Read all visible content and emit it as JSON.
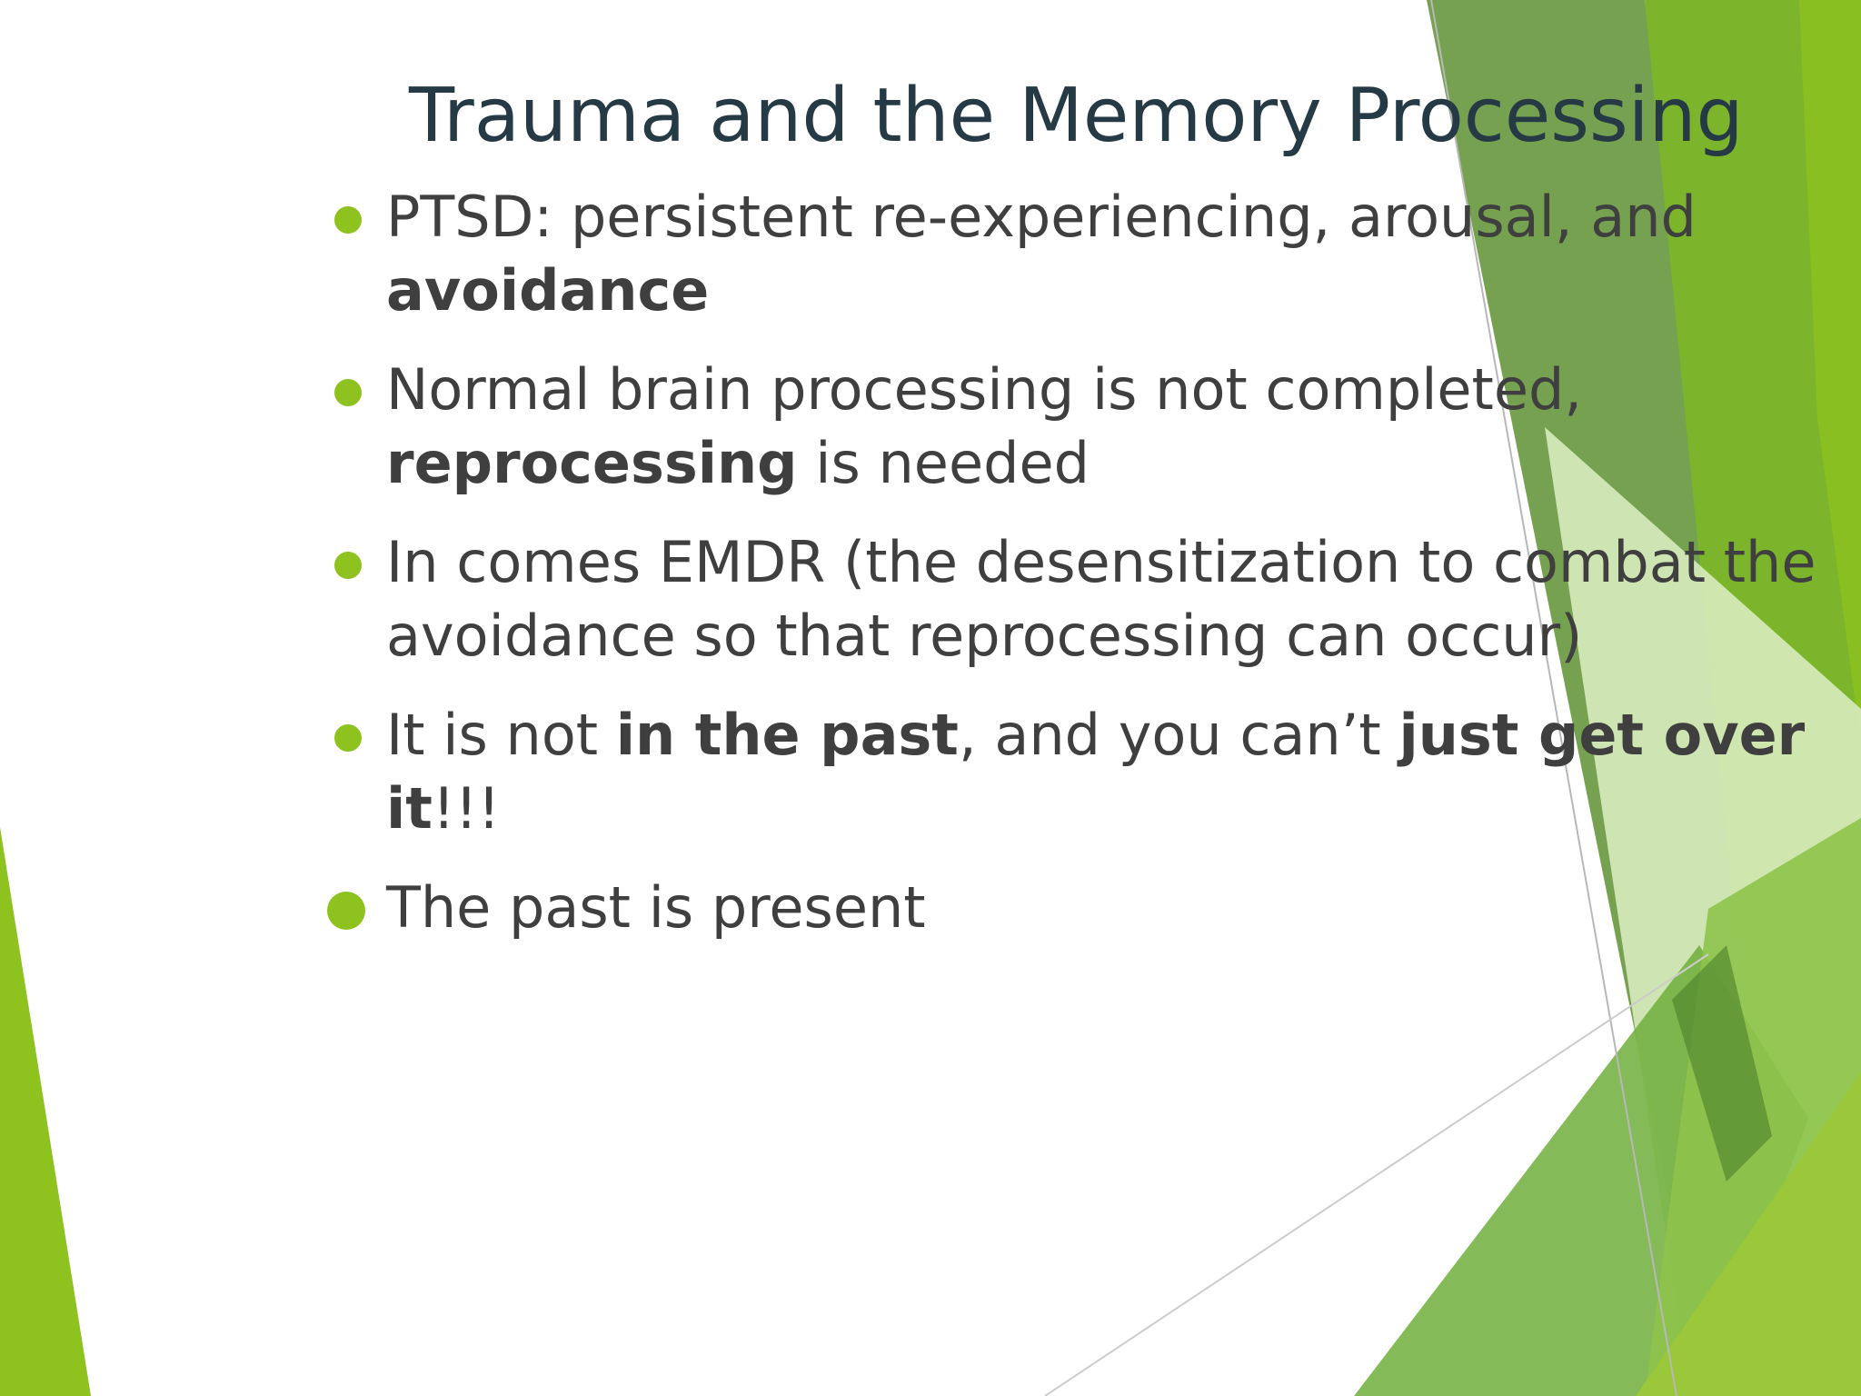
{
  "slide": {
    "title": "Trauma and the Memory Processing",
    "bullets": [
      {
        "line1": {
          "normal_a": "PTSD: persistent re-experiencing, arousal, and"
        },
        "line2": {
          "bold_a": "avoidance"
        }
      },
      {
        "line1": {
          "normal_a": "Normal brain processing is not completed,"
        },
        "line2": {
          "bold_a": "reprocessing",
          "normal_b": " is needed"
        }
      },
      {
        "line1": {
          "normal_a": "In comes EMDR (the desensitization to combat the"
        },
        "line2": {
          "normal_a": "avoidance so that reprocessing can occur)"
        }
      },
      {
        "line1": {
          "normal_a": "It is not ",
          "bold_a": "in the past",
          "normal_b": ", and you can’t ",
          "bold_b": "just get over"
        },
        "line2": {
          "bold_a": "it",
          "normal_b": "!!!"
        }
      },
      {
        "line1": {
          "normal_a": "The past is present"
        }
      }
    ]
  },
  "theme": {
    "accent": "#8dc21f",
    "title_color": "#253a44",
    "body_color": "#3f3f3f",
    "decor_dark_green": "#4a7f2a",
    "decor_light_green": "#c9e3a3"
  }
}
